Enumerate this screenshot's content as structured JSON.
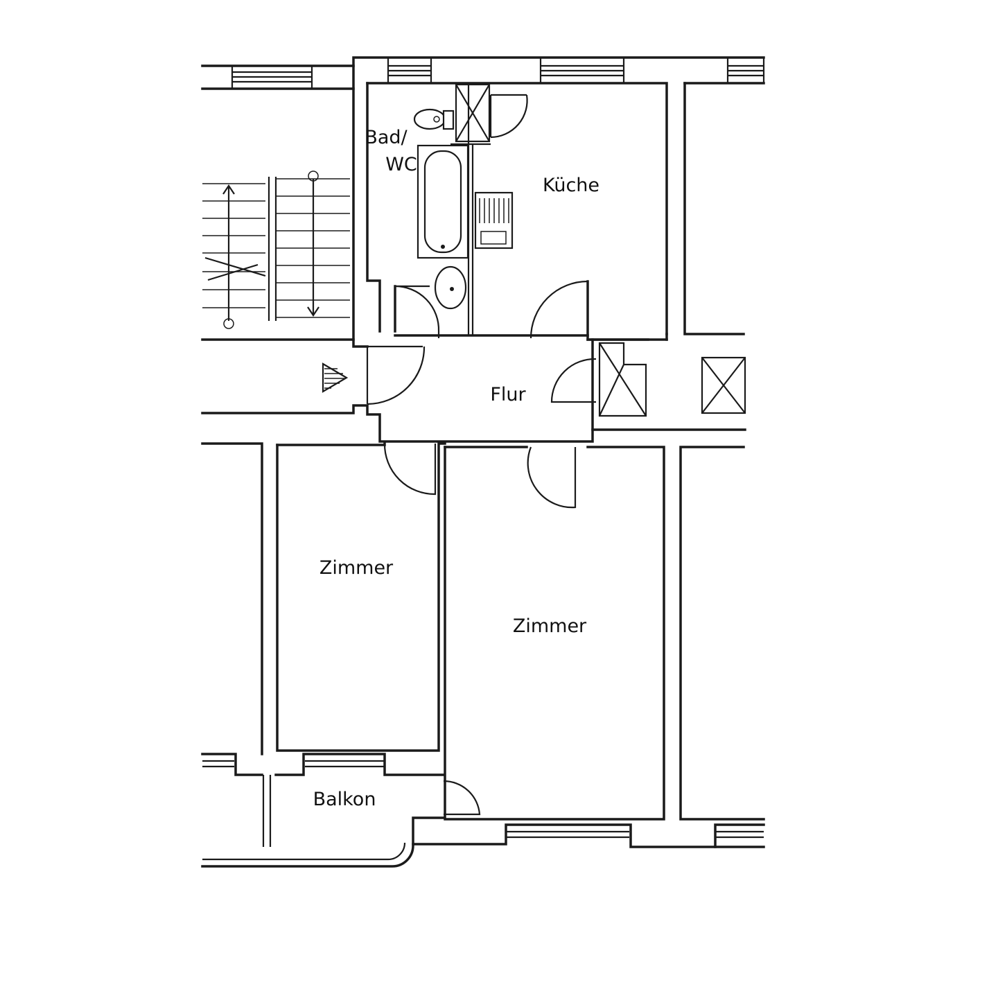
{
  "rooms": {
    "bad": {
      "line1": "Bad/",
      "line2": "WC"
    },
    "kueche": "Küche",
    "flur": "Flur",
    "zimmer_1": "Zimmer",
    "zimmer_2": "Zimmer",
    "balkon": "Balkon"
  },
  "colors": {
    "line": "#1a1a1a",
    "background": "#ffffff"
  },
  "icons": [
    "shaft-icon",
    "entrance-arrow-icon",
    "toilet-icon",
    "bathtub-icon",
    "sink-icon",
    "stove-icon",
    "staircase-icon"
  ]
}
